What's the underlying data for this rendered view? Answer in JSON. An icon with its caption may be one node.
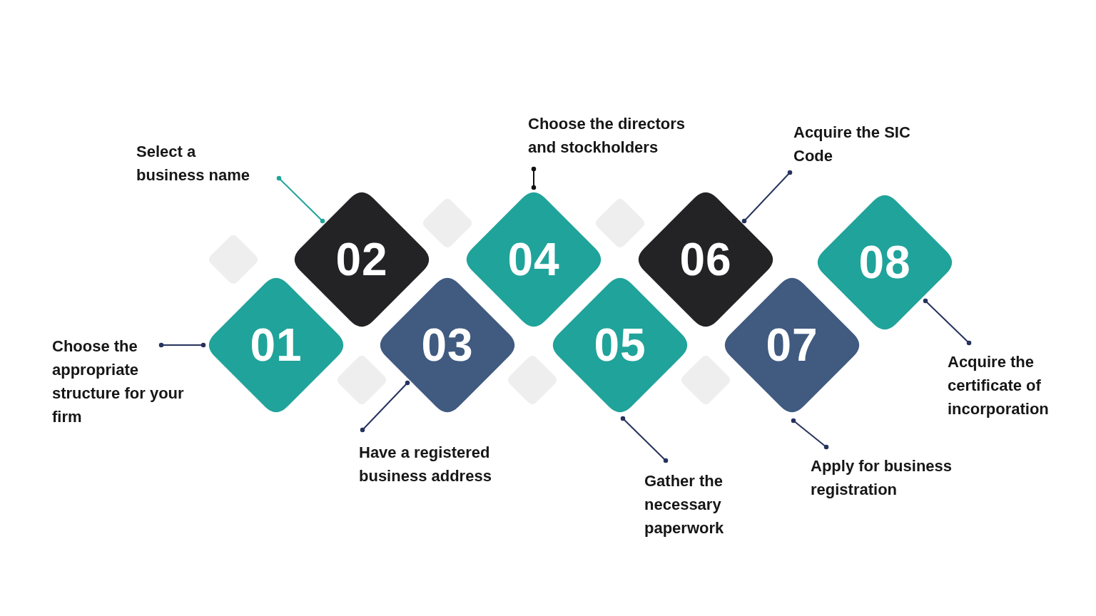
{
  "diagram": {
    "nodes": [
      {
        "text": [
          "01"
        ]
      },
      {
        "text": [
          "02"
        ]
      },
      {
        "text": [
          "03"
        ]
      },
      {
        "text": [
          "04"
        ]
      },
      {
        "text": [
          "05"
        ]
      },
      {
        "text": [
          "06"
        ]
      },
      {
        "text": [
          "07"
        ]
      },
      {
        "text": [
          "08"
        ]
      },
      {
        "text": [
          "Choose the appropriate structure for your firm"
        ]
      },
      {
        "text": [
          "Select a business name"
        ]
      },
      {
        "text": [
          "Have a registered business address"
        ]
      },
      {
        "text": [
          "Choose the directors and stockholders"
        ]
      },
      {
        "text": [
          "Gather the necessary paperwork"
        ]
      },
      {
        "text": [
          "Acquire the SIC Code"
        ]
      },
      {
        "text": [
          "Apply for business registration"
        ]
      },
      {
        "text": [
          "Acquire the certificate of incorporation"
        ]
      }
    ],
    "edges": [
      {
        "from": 8,
        "to": 0,
        "arrow": "other"
      },
      {
        "from": 9,
        "to": 1,
        "arrow": "other",
        "color": "#1fa39a"
      },
      {
        "from": 10,
        "to": 2,
        "arrow": "other"
      },
      {
        "from": 11,
        "to": 3,
        "arrow": "other",
        "color": "#111111"
      },
      {
        "from": 12,
        "to": 4,
        "arrow": "other"
      },
      {
        "from": 13,
        "to": 5,
        "arrow": "other"
      },
      {
        "from": 14,
        "to": 6,
        "arrow": "other"
      },
      {
        "from": 15,
        "to": 7,
        "arrow": "other"
      }
    ]
  }
}
